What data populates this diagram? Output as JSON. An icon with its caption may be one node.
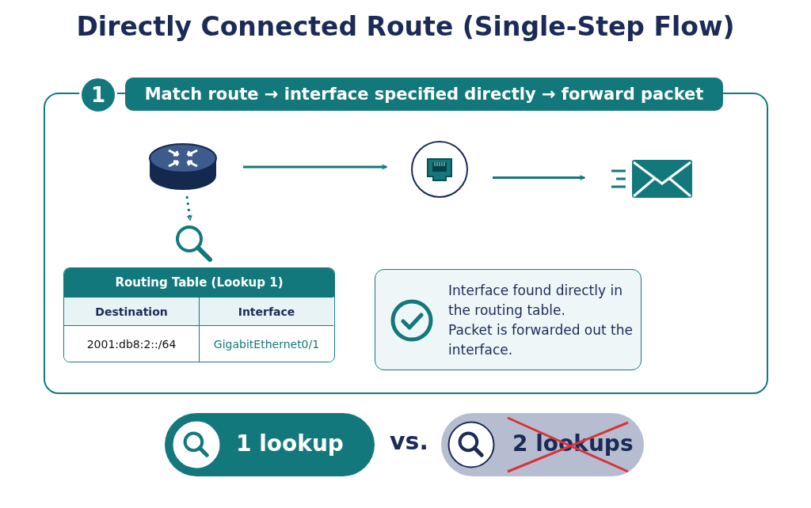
{
  "diagram": {
    "title": "Directly Connected Route (Single-Step Flow)",
    "nodes": [
      {
        "text": [
          "1",
          "Match route → interface specified directly → forward packet"
        ]
      },
      {
        "text": [],
        "shape": "router",
        "in": 0
      },
      {
        "text": [],
        "shape": "circle",
        "in": 0
      },
      {
        "text": [],
        "shape": "envelope",
        "in": 0
      },
      {
        "text": [],
        "shape": "magnifier",
        "in": 0
      },
      {
        "text": [
          "Routing Table (Lookup 1)",
          "Destination",
          "Interface",
          "2001:db8:2::/64",
          "GigabitEthernet0/1"
        ],
        "in": 0
      },
      {
        "text": [
          "Interface found directly in the routing table.",
          "Packet is forwarded out the interface."
        ],
        "in": 0
      },
      {
        "text": [
          "1 lookup"
        ]
      },
      {
        "text": [
          "2 lookups"
        ]
      }
    ],
    "edges": [
      {
        "from": 1,
        "to": 2,
        "arrow": "to"
      },
      {
        "from": 2,
        "to": 3,
        "arrow": "to"
      },
      {
        "from": 1,
        "to": 4,
        "arrow": "to",
        "style": "dashed"
      }
    ],
    "labels": [
      "vs."
    ]
  }
}
